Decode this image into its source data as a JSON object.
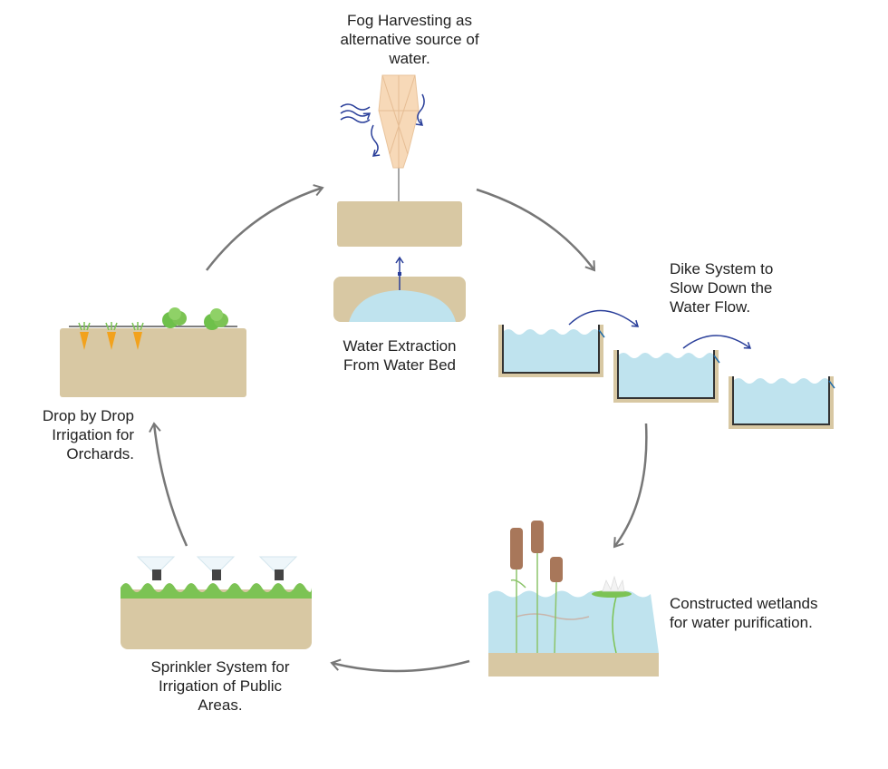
{
  "colors": {
    "background": "#ffffff",
    "soil": "#d8c8a3",
    "water": "#bfe3ee",
    "water_line": "#1f6aa8",
    "arrow": "#777777",
    "flow_arrow": "#2a3f9a",
    "grass": "#7cc354",
    "fog_net": "#f7d9b8",
    "cattail": "#a8775a",
    "carrot": "#f2a21d"
  },
  "steps": {
    "fog": {
      "icon": "fog-net-icon",
      "lines": [
        "Fog Harvesting as",
        "alternative source of",
        "water."
      ]
    },
    "extraction": {
      "icon": "water-bed-icon",
      "lines": [
        "Water Extraction",
        "From Water Bed"
      ]
    },
    "dike": {
      "icon": "dike-basins-icon",
      "lines": [
        "Dike System to",
        "Slow Down the",
        "Water Flow."
      ]
    },
    "wetlands": {
      "icon": "wetland-icon",
      "lines": [
        "Constructed wetlands",
        "for water purification."
      ]
    },
    "sprinkler": {
      "icon": "sprinkler-icon",
      "lines": [
        "Sprinkler System for",
        "Irrigation of Public",
        "Areas."
      ]
    },
    "drip": {
      "icon": "drip-orchard-icon",
      "lines": [
        "Drop by Drop",
        "Irrigation for",
        "Orchards."
      ]
    }
  }
}
